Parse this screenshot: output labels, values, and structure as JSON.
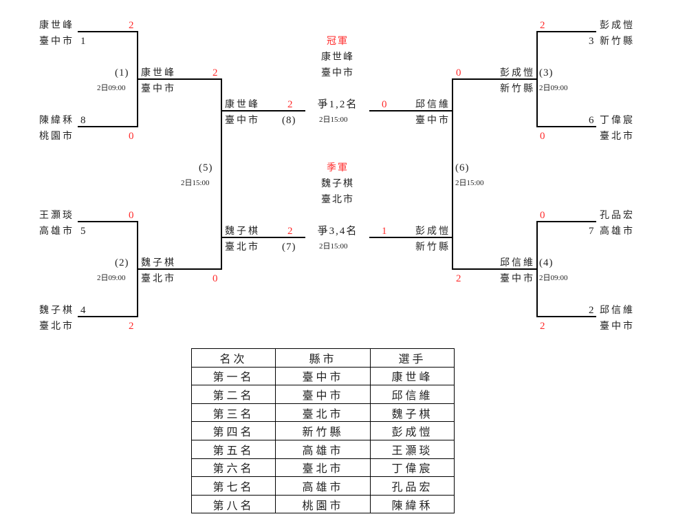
{
  "left": {
    "r1_matches": [
      {
        "match_no": "(1)",
        "time": "2日09:00",
        "top": {
          "name": "康世峰",
          "city": "臺中市",
          "seed": "1",
          "score": "2"
        },
        "bottom": {
          "name": "陳緯秝",
          "city": "桃園市",
          "seed": "8",
          "score": "0"
        },
        "winner": {
          "name": "康世峰",
          "city": "臺中市",
          "score": "2"
        }
      },
      {
        "match_no": "(2)",
        "time": "2日09:00",
        "top": {
          "name": "王灝琰",
          "city": "高雄市",
          "seed": "5",
          "score": "0"
        },
        "bottom": {
          "name": "魏子棋",
          "city": "臺北市",
          "seed": "4",
          "score": "2"
        },
        "winner": {
          "name": "魏子棋",
          "city": "臺北市",
          "score": "0"
        }
      }
    ],
    "semi": {
      "match_no": "(5)",
      "time": "2日15:00"
    },
    "final_slot": {
      "name": "康世峰",
      "city": "臺中市",
      "score": "2",
      "match_no": "(8)"
    },
    "third_slot": {
      "name": "魏子棋",
      "city": "臺北市",
      "score": "2",
      "match_no": "(7)"
    }
  },
  "right": {
    "r1_matches": [
      {
        "match_no": "(3)",
        "time": "2日09:00",
        "top": {
          "name": "彭成愷",
          "city": "新竹縣",
          "seed": "3",
          "score": "2"
        },
        "bottom": {
          "name": "丁偉宸",
          "city": "臺北市",
          "seed": "6",
          "score": "0"
        },
        "winner": {
          "name": "彭成愷",
          "city": "新竹縣",
          "score": "0"
        }
      },
      {
        "match_no": "(4)",
        "time": "2日09:00",
        "top": {
          "name": "孔品宏",
          "city": "高雄市",
          "seed": "7",
          "score": "0"
        },
        "bottom": {
          "name": "邱信維",
          "city": "臺中市",
          "seed": "2",
          "score": "2"
        },
        "winner": {
          "name": "邱信維",
          "city": "臺中市",
          "score": "2"
        }
      }
    ],
    "semi": {
      "match_no": "(6)",
      "time": "2日15:00"
    },
    "final_slot": {
      "name": "邱信維",
      "city": "臺中市",
      "score": "0"
    },
    "third_slot": {
      "name": "彭成愷",
      "city": "新竹縣",
      "score": "1"
    }
  },
  "center": {
    "champion": {
      "label": "冠軍",
      "name": "康世峰",
      "city": "臺中市"
    },
    "final": {
      "label": "爭1,2名",
      "time": "2日15:00"
    },
    "third": {
      "label": "季軍",
      "name": "魏子棋",
      "city": "臺北市"
    },
    "third_match": {
      "label": "爭3,4名",
      "time": "2日15:00"
    }
  },
  "ranking_table": {
    "headers": [
      "名次",
      "縣市",
      "選手"
    ],
    "rows": [
      [
        "第一名",
        "臺中市",
        "康世峰"
      ],
      [
        "第二名",
        "臺中市",
        "邱信維"
      ],
      [
        "第三名",
        "臺北市",
        "魏子棋"
      ],
      [
        "第四名",
        "新竹縣",
        "彭成愷"
      ],
      [
        "第五名",
        "高雄市",
        "王灝琰"
      ],
      [
        "第六名",
        "臺北市",
        "丁偉宸"
      ],
      [
        "第七名",
        "高雄市",
        "孔品宏"
      ],
      [
        "第八名",
        "桃園市",
        "陳緯秝"
      ]
    ]
  },
  "colors": {
    "score": "#ff2a2a",
    "line": "#000000",
    "text": "#222222"
  }
}
